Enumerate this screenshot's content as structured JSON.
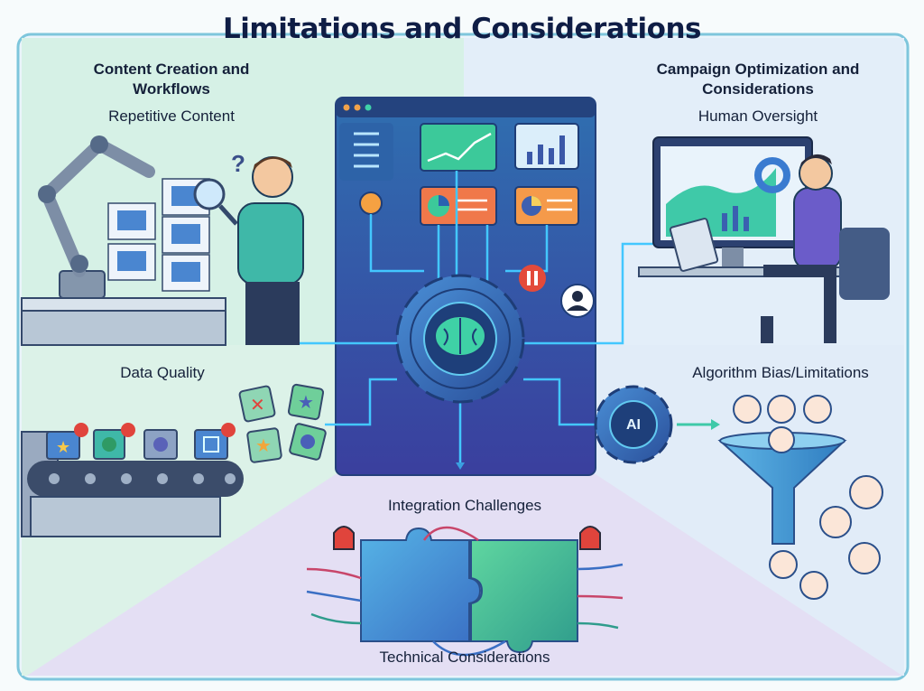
{
  "title": "Limitations and Considerations",
  "sections": {
    "content_creation": {
      "heading": "Content Creation and Workflows",
      "sub": "Repetitive Content"
    },
    "campaign": {
      "heading": "Campaign Optimization and Considerations",
      "sub": "Human Oversight"
    },
    "data_quality": {
      "heading": "Data Quality"
    },
    "algorithm": {
      "heading": "Algorithm Bias/Limitations",
      "ai_badge": "AI"
    },
    "integration": {
      "heading": "Integration Challenges",
      "footer": "Technical Considerations"
    }
  },
  "colors": {
    "accent": "#2f5ea8",
    "green": "#3cc79a",
    "orange": "#f08a4b",
    "alert": "#e0443c",
    "title": "#0f1d45"
  }
}
